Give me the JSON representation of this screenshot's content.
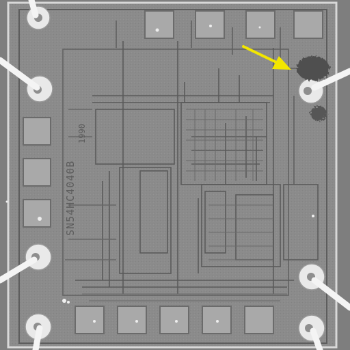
{
  "image": {
    "subject": "Die micrograph of an integrated circuit with bond pads and bond wires",
    "die_marking_vertical": "SN54HC4040B",
    "die_marking_code": "1990",
    "annotation_arrow_color": "#f2e600",
    "background_gray": "#8d8d8d",
    "die_gray": "#8a8a8a"
  }
}
